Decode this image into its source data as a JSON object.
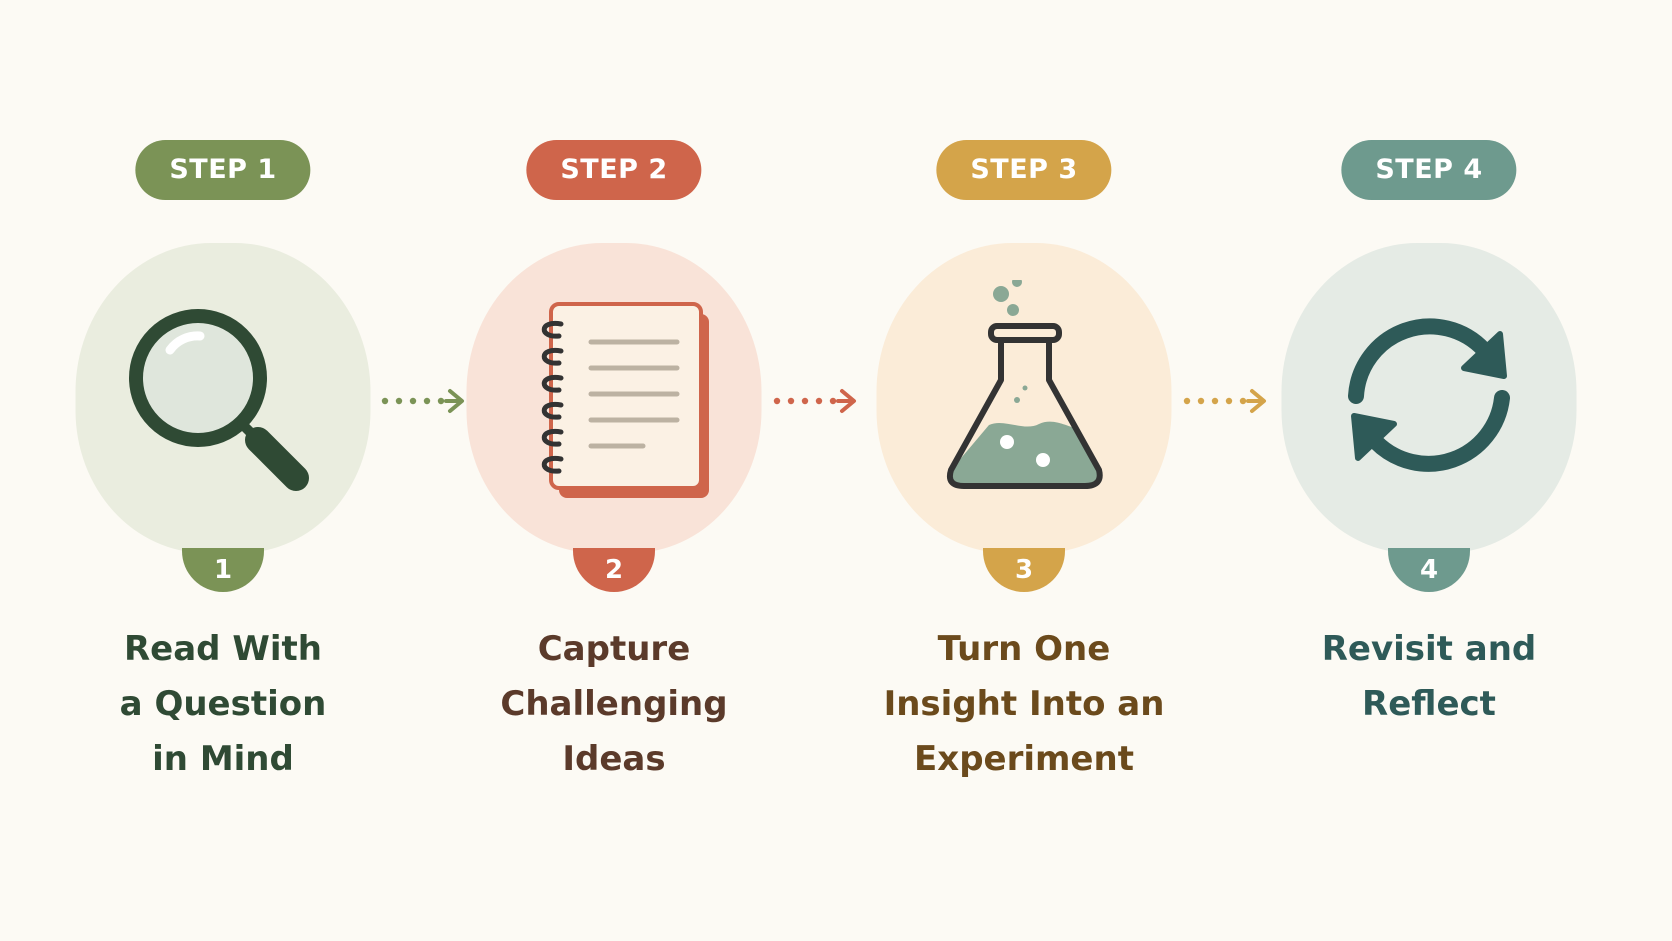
{
  "steps": [
    {
      "pill": "STEP 1",
      "number": "1",
      "label": "Read With\na Question\nin Mind",
      "color": "#7b9356",
      "blob": "#eaeddf",
      "text_color": "#2f4a34",
      "icon": "magnifying-glass-icon"
    },
    {
      "pill": "STEP 2",
      "number": "2",
      "label": "Capture\nChallenging\nIdeas",
      "color": "#cf654b",
      "blob": "#f9e3d8",
      "text_color": "#5b3a2a",
      "icon": "notebook-icon"
    },
    {
      "pill": "STEP 3",
      "number": "3",
      "label": "Turn One\nInsight Into an\nExperiment",
      "color": "#d4a44a",
      "blob": "#fbecd8",
      "text_color": "#6b4a1c",
      "icon": "flask-icon"
    },
    {
      "pill": "STEP 4",
      "number": "4",
      "label": "Revisit and\nReflect",
      "color": "#6e9a8e",
      "blob": "#e5ebe5",
      "text_color": "#2e5a58",
      "icon": "refresh-cycle-icon"
    }
  ],
  "arrow_colors": [
    "#7b9356",
    "#cf654b",
    "#d4a44a"
  ]
}
